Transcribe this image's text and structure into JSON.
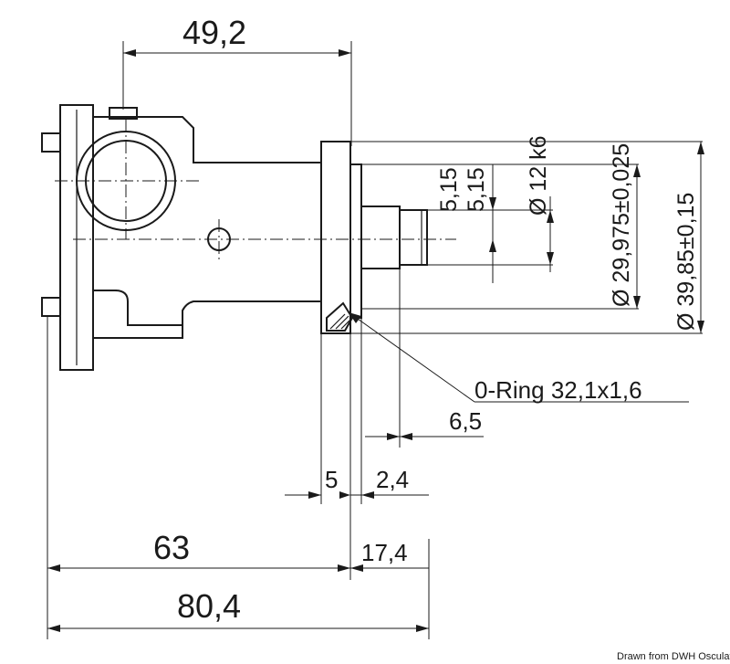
{
  "dimensions": {
    "d1": "49,2",
    "d2": "63",
    "d3": "80,4",
    "d4": "17,4",
    "d5": "5",
    "d6": "2,4",
    "d7": "6,5",
    "d8": "5,15",
    "d9": "5,15",
    "d10": "Ø 12 k6",
    "d11": "Ø 29,975±0,025",
    "d12": "Ø 39,85±0,15"
  },
  "callout": "0-Ring 32,1x1,6",
  "credit": "Drawn from DWH Osculati Srl"
}
